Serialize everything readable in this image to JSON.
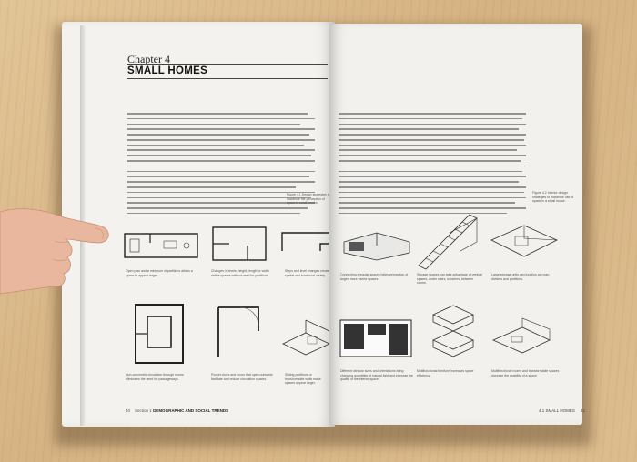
{
  "book": {
    "chapter_label": "Chapter 4",
    "chapter_title": "SMALL HOMES",
    "left_footer_page": "40",
    "left_footer_section": "Section 1",
    "left_footer_topic": "DEMOGRAPHIC AND SOCIAL TRENDS",
    "right_footer_section": "4.1 SMALL HOMES",
    "right_footer_page": "41",
    "fig_4_1_caption": "Figure 4.1 Design strategies to maximise the perception of space in small homes.",
    "fig_4_2_caption": "Figure 4.2 Interior design strategies to maximise use of space in a small house.",
    "captions": {
      "c1": "Open plan and a minimum of partitions allows a space to appear larger.",
      "c2": "Changes in levels, height, length or width define spaces without need for partitions.",
      "c3": "Steps and level changes create spatial and functional variety.",
      "c4": "Connecting irregular spaces helps perception of larger, more varied spaces.",
      "c5": "Storage spaces can take advantage of vertical spaces, under stairs, in niches, between rooms.",
      "c6": "Large storage units can function as room dividers and partitions.",
      "c7": "Non-concentric circulation through rooms eliminates the need for passageways.",
      "c8": "Pocket doors and doors that open outwards facilitate and reduce circulation spaces.",
      "c9": "Sliding partitions or transformable walls make spaces appear larger.",
      "c10": "Different window sizes and orientations bring changing quantities of natural light and increase the quality of the interior space.",
      "c11": "Multifunctional furniture increases space efficiency.",
      "c12": "Multifunctional rooms and transformable spaces increase the usability of a space."
    }
  }
}
